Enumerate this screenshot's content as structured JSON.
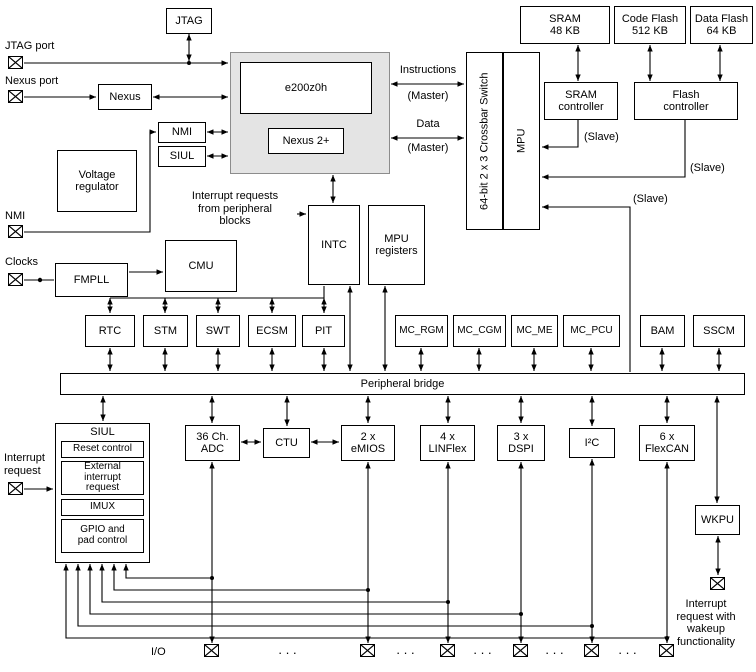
{
  "colors": {
    "core_block_bg": "#e4e4e4"
  },
  "blocks": {
    "jtag": "JTAG",
    "nexus": "Nexus",
    "core": "e200z0h",
    "nexus2": "Nexus 2+",
    "nmi": "NMI",
    "siul_small": "SIUL",
    "voltage_regulator": "Voltage\nregulator",
    "crossbar": "64-bit 2 x 3 Crossbar Switch",
    "mpu": "MPU",
    "sram": "SRAM\n48 KB",
    "code_flash": "Code Flash\n512 KB",
    "data_flash": "Data Flash\n64 KB",
    "sram_controller": "SRAM\ncontroller",
    "flash_controller": "Flash\ncontroller",
    "intc": "INTC",
    "mpu_registers": "MPU\nregisters",
    "fmpll": "FMPLL",
    "cmu": "CMU",
    "rtc": "RTC",
    "stm": "STM",
    "swt": "SWT",
    "ecsm": "ECSM",
    "pit": "PIT",
    "mc_rgm": "MC_RGM",
    "mc_cgm": "MC_CGM",
    "mc_me": "MC_ME",
    "mc_pcu": "MC_PCU",
    "bam": "BAM",
    "sscm": "SSCM",
    "peripheral_bridge": "Peripheral bridge",
    "siul": "SIUL",
    "reset_control": "Reset control",
    "external_interrupt_request": "External\ninterrupt\nrequest",
    "imux": "IMUX",
    "gpio_pad_control": "GPIO and\npad control",
    "adc": "36 Ch.\nADC",
    "ctu": "CTU",
    "emios": "2 x\neMIOS",
    "linflex": "4 x\nLINFlex",
    "dspi": "3 x\nDSPI",
    "i2c": "I²C",
    "flexcan": "6 x\nFlexCAN",
    "wkpu": "WKPU"
  },
  "labels": {
    "jtag_port": "JTAG port",
    "nexus_port": "Nexus port",
    "nmi_pin": "NMI",
    "clocks": "Clocks",
    "irq_from_peripherals": "Interrupt requests\nfrom peripheral\nblocks",
    "instructions": "Instructions",
    "data": "Data",
    "master": "(Master)",
    "slave": "(Slave)",
    "interrupt_request": "Interrupt\nrequest",
    "io": "I/O",
    "wakeup_note": "Interrupt\nrequest with\nwakeup\nfunctionality",
    "ellipsis": "···"
  }
}
